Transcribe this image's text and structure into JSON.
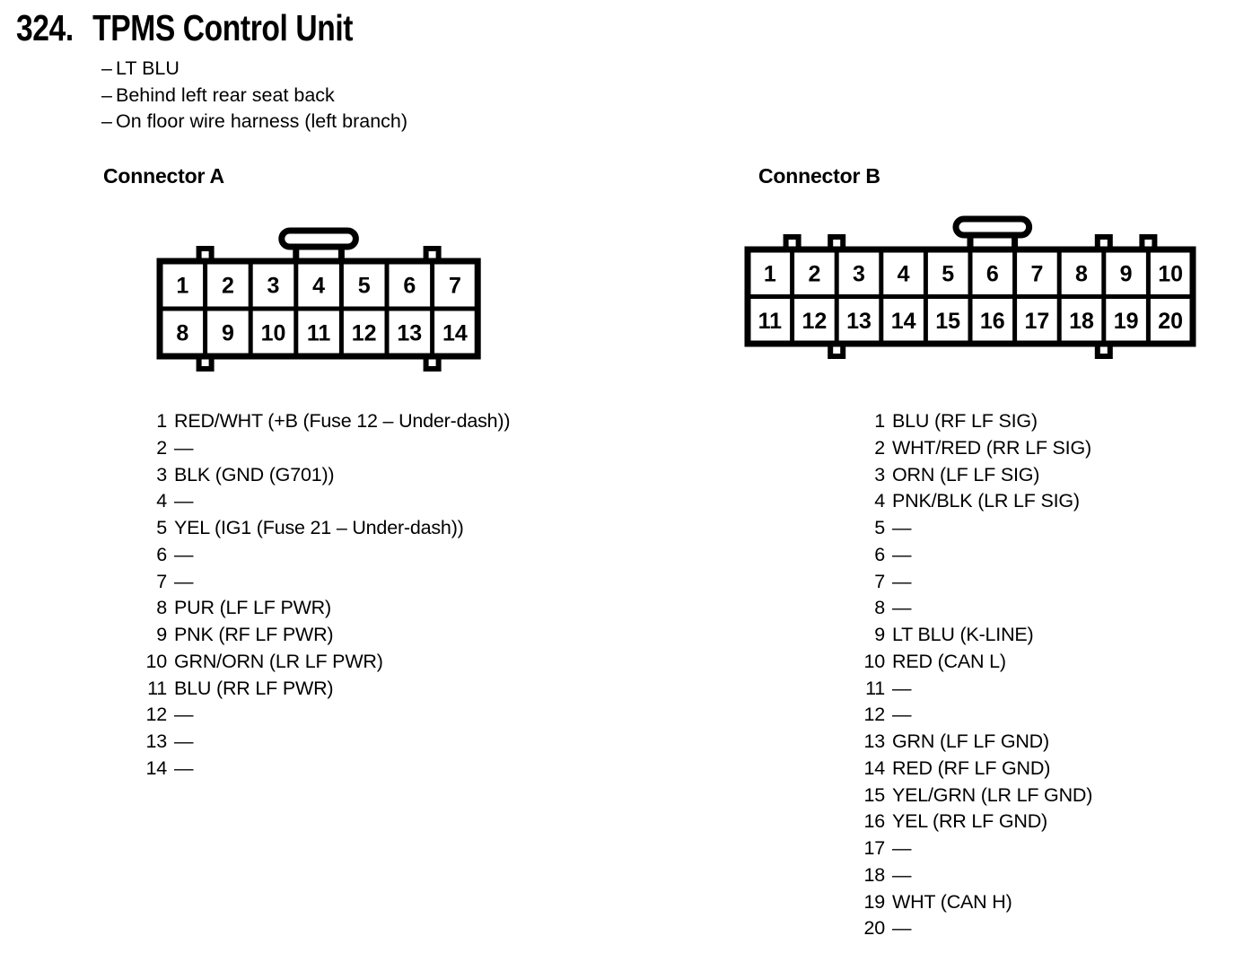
{
  "page": {
    "section_number": "324.",
    "title": "TPMS Control Unit",
    "bullet_char": "–",
    "notes": [
      "LT BLU",
      "Behind left rear seat back",
      "On floor wire harness (left branch)"
    ]
  },
  "colors": {
    "ink": "#000000",
    "paper": "#ffffff"
  },
  "connectors": [
    {
      "id": "A",
      "heading": "Connector A",
      "grid_rows": [
        [
          "1",
          "2",
          "3",
          "4",
          "5",
          "6",
          "7"
        ],
        [
          "8",
          "9",
          "10",
          "11",
          "12",
          "13",
          "14"
        ]
      ],
      "features": {
        "top_tabs": [
          1,
          6
        ],
        "bottom_tabs": [
          1,
          6
        ],
        "handle": [
          3,
          4
        ]
      },
      "pins": [
        {
          "num": "1",
          "label": "RED/WHT (+B (Fuse 12 – Under-dash))"
        },
        {
          "num": "2",
          "label": "—"
        },
        {
          "num": "3",
          "label": "BLK (GND (G701))"
        },
        {
          "num": "4",
          "label": "—"
        },
        {
          "num": "5",
          "label": "YEL (IG1 (Fuse 21 – Under-dash))"
        },
        {
          "num": "6",
          "label": "—"
        },
        {
          "num": "7",
          "label": "—"
        },
        {
          "num": "8",
          "label": "PUR (LF LF PWR)"
        },
        {
          "num": "9",
          "label": "PNK (RF LF PWR)"
        },
        {
          "num": "10",
          "label": "GRN/ORN (LR LF PWR)"
        },
        {
          "num": "11",
          "label": "BLU (RR LF PWR)"
        },
        {
          "num": "12",
          "label": "—"
        },
        {
          "num": "13",
          "label": "—"
        },
        {
          "num": "14",
          "label": "—"
        }
      ]
    },
    {
      "id": "B",
      "heading": "Connector B",
      "grid_rows": [
        [
          "1",
          "2",
          "3",
          "4",
          "5",
          "6",
          "7",
          "8",
          "9",
          "10"
        ],
        [
          "11",
          "12",
          "13",
          "14",
          "15",
          "16",
          "17",
          "18",
          "19",
          "20"
        ]
      ],
      "features": {
        "top_tabs": [
          1,
          2,
          8,
          9
        ],
        "bottom_tabs": [
          2,
          8
        ],
        "handle": [
          5,
          6
        ]
      },
      "pins": [
        {
          "num": "1",
          "label": "BLU (RF LF SIG)"
        },
        {
          "num": "2",
          "label": "WHT/RED (RR LF SIG)"
        },
        {
          "num": "3",
          "label": "ORN (LF LF SIG)"
        },
        {
          "num": "4",
          "label": "PNK/BLK (LR LF SIG)"
        },
        {
          "num": "5",
          "label": "—"
        },
        {
          "num": "6",
          "label": "—"
        },
        {
          "num": "7",
          "label": "—"
        },
        {
          "num": "8",
          "label": "—"
        },
        {
          "num": "9",
          "label": "LT BLU (K-LINE)"
        },
        {
          "num": "10",
          "label": "RED (CAN L)"
        },
        {
          "num": "11",
          "label": "—"
        },
        {
          "num": "12",
          "label": "—"
        },
        {
          "num": "13",
          "label": "GRN (LF LF GND)"
        },
        {
          "num": "14",
          "label": "RED (RF LF GND)"
        },
        {
          "num": "15",
          "label": "YEL/GRN (LR LF GND)"
        },
        {
          "num": "16",
          "label": "YEL (RR LF GND)"
        },
        {
          "num": "17",
          "label": "—"
        },
        {
          "num": "18",
          "label": "—"
        },
        {
          "num": "19",
          "label": "WHT (CAN H)"
        },
        {
          "num": "20",
          "label": "—"
        }
      ]
    }
  ]
}
